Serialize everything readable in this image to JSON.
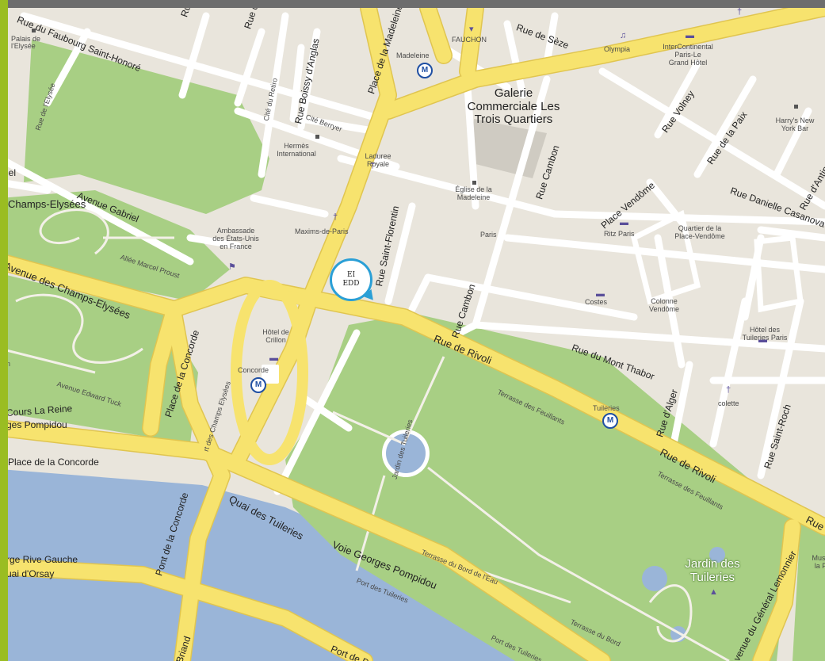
{
  "map": {
    "labels": [
      {
        "t": "Palais de\nl'Elysée",
        "c": "sm"
      },
      {
        "t": "Rue du Faubourg Saint-Honoré",
        "c": "road"
      },
      {
        "t": "Rue d'Aguesseau",
        "c": "road"
      },
      {
        "t": "Rue d'Anjou",
        "c": "road"
      },
      {
        "t": "Rue Boissy d'Anglas",
        "c": "road"
      },
      {
        "t": "Cité du Retiro",
        "c": "sm"
      },
      {
        "t": "Cité Berryer",
        "c": "sm"
      },
      {
        "t": "Rue de l'Elysée",
        "c": "sm"
      },
      {
        "t": "Hermès\nInternational",
        "c": "sm"
      },
      {
        "t": "Place de la Madeleine",
        "c": "road"
      },
      {
        "t": "Madeleine",
        "c": "sm"
      },
      {
        "t": "FAUCHON",
        "c": "sm"
      },
      {
        "t": "Rue de Sèze",
        "c": "road"
      },
      {
        "t": "Olympia",
        "c": "sm"
      },
      {
        "t": "InterContinental\nParis-Le\nGrand Hôtel",
        "c": "sm"
      },
      {
        "t": "Galerie\nCommerciale Les\nTrois Quartiers",
        "c": "big"
      },
      {
        "t": "Rue Volney",
        "c": "road"
      },
      {
        "t": "Rue de la Paix",
        "c": "road"
      },
      {
        "t": "Harry's New\nYork Bar",
        "c": "sm"
      },
      {
        "t": "Laduree\nRoyale",
        "c": "sm"
      },
      {
        "t": "Église de la\nMadeleine",
        "c": "sm"
      },
      {
        "t": "Rue Cambon",
        "c": "road"
      },
      {
        "t": "Place Vendôme",
        "c": "road"
      },
      {
        "t": "Rue Danielle Casanova",
        "c": "road"
      },
      {
        "t": "Rue d'Antin",
        "c": "road"
      },
      {
        "t": "Champs-Elysées",
        "c": "road-lg"
      },
      {
        "t": "Avenue Gabriel",
        "c": "road"
      },
      {
        "t": "Ambassade\ndes États-Unis\nen France",
        "c": "sm"
      },
      {
        "t": "Maxims-de-Paris",
        "c": "sm"
      },
      {
        "t": "Rue Saint-Florentin",
        "c": "road"
      },
      {
        "t": "Paris",
        "c": "sm"
      },
      {
        "t": "Ritz Paris",
        "c": "sm"
      },
      {
        "t": "Quartier de la\nPlace-Vendôme",
        "c": "sm"
      },
      {
        "t": "Allée Marcel Proust",
        "c": "sm"
      },
      {
        "t": "Avenue des Champs-Elysées",
        "c": "road-lg"
      },
      {
        "t": "Rue Cambon",
        "c": "road"
      },
      {
        "t": "Costes",
        "c": "sm"
      },
      {
        "t": "Colonne\nVendôme",
        "c": "sm"
      },
      {
        "t": "Hôtel de\nCrillon",
        "c": "sm"
      },
      {
        "t": "Place de la Concorde",
        "c": "road"
      },
      {
        "t": "Rue de Rivoli",
        "c": "road-lg"
      },
      {
        "t": "Rue du Mont Thabor",
        "c": "road"
      },
      {
        "t": "Hôtel des\nTuileries Paris",
        "c": "sm"
      },
      {
        "t": "Concorde",
        "c": "sm"
      },
      {
        "t": "Avenue Edward Tuck",
        "c": "sm"
      },
      {
        "t": "Jardin des Tuileries",
        "c": "sm"
      },
      {
        "t": "Terrasse des Feuillants",
        "c": "sm"
      },
      {
        "t": "Rue d'Alger",
        "c": "road"
      },
      {
        "t": "colette",
        "c": "sm"
      },
      {
        "t": "Rue Saint-Roch",
        "c": "road"
      },
      {
        "t": "Tuileries",
        "c": "sm"
      },
      {
        "t": "Cours La Reine",
        "c": "road"
      },
      {
        "t": "ges Pompidou",
        "c": "road"
      },
      {
        "t": "Place de la Concorde",
        "c": "road"
      },
      {
        "t": "rt des Champs Elysées",
        "c": "sm"
      },
      {
        "t": "Rue de Rivoli",
        "c": "road-lg"
      },
      {
        "t": "Terrasse des Feuillants",
        "c": "sm"
      },
      {
        "t": "Quai des Tuileries",
        "c": "road-lg"
      },
      {
        "t": "Voie Georges Pompidou",
        "c": "road-lg"
      },
      {
        "t": "Rue",
        "c": "road-lg"
      },
      {
        "t": "rge Rive Gauche",
        "c": "road"
      },
      {
        "t": "uai d'Orsay",
        "c": "road"
      },
      {
        "t": "Pont de la Concorde",
        "c": "road"
      },
      {
        "t": "Terrasse du Bord de l'Eau",
        "c": "sm"
      },
      {
        "t": "Port des Tuileries",
        "c": "sm"
      },
      {
        "t": "Jardin des\nTuileries",
        "c": "area"
      },
      {
        "t": "Musée\nla Pu",
        "c": "sm"
      },
      {
        "t": "Terrasse du Bord",
        "c": "sm"
      },
      {
        "t": "Avenue du Général Lemonnier",
        "c": "road"
      },
      {
        "t": "Port des Tuileries",
        "c": "sm"
      },
      {
        "t": "Port de P",
        "c": "road"
      },
      {
        "t": "Briand",
        "c": "road"
      },
      {
        "t": "iel",
        "c": "road"
      },
      {
        "t": "n",
        "c": "sm"
      }
    ],
    "metro": [
      {
        "name": "Madeleine",
        "glyph": "M"
      },
      {
        "name": "Concorde",
        "glyph": "M"
      },
      {
        "name": "Tuileries",
        "glyph": "M"
      }
    ],
    "marker": {
      "line1": "EI",
      "line2": "EDD"
    },
    "colors": {
      "road_major": "#f7e36e",
      "road_minor": "#ffffff",
      "park": "#a8cf84",
      "water": "#9ab5d8",
      "block": "#e9e5dc",
      "marker": "#2a9fd6"
    }
  }
}
